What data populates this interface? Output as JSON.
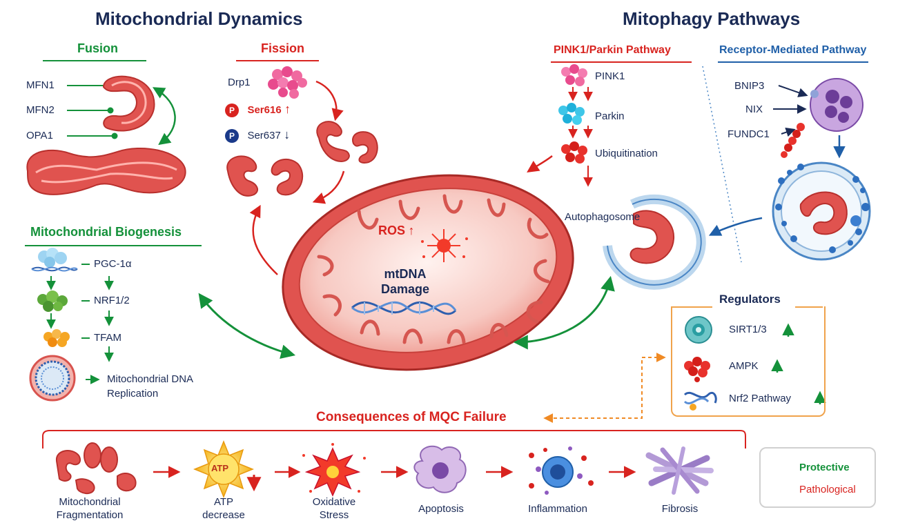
{
  "titles": {
    "left": "Mitochondrial Dynamics",
    "right": "Mitophagy Pathways"
  },
  "fusion": {
    "title": "Fusion",
    "proteins": [
      "MFN1",
      "MFN2",
      "OPA1"
    ]
  },
  "fission": {
    "title": "Fission",
    "drp1": "Drp1",
    "ser616": "Ser616",
    "ser637": "Ser637",
    "badge": "P"
  },
  "biogenesis": {
    "title": "Mitochondrial Biogenesis",
    "steps": [
      "PGC-1α",
      "NRF1/2",
      "TFAM"
    ],
    "replication_line1": "Mitochondrial DNA",
    "replication_line2": "Replication"
  },
  "center": {
    "ros": "ROS",
    "mtdna_line1": "mtDNA",
    "mtdna_line2": "Damage"
  },
  "pink1_parkin": {
    "title": "PINK1/Parkin Pathway",
    "steps": [
      "PINK1",
      "Parkin",
      "Ubiquitination"
    ],
    "autophagosome": "Autophagosome"
  },
  "receptor": {
    "title": "Receptor-Mediated Pathway",
    "receptors": [
      "BNIP3",
      "NIX",
      "FUNDC1"
    ]
  },
  "regulators": {
    "title": "Regulators",
    "items": [
      "SIRT1/3",
      "AMPK",
      "Nrf2 Pathway"
    ]
  },
  "consequences": {
    "title": "Consequences of MQC Failure",
    "atp_icon_text": "ATP",
    "steps": [
      {
        "line1": "Mitochondrial",
        "line2": "Fragmentation"
      },
      {
        "line1": "ATP",
        "line2": "decrease"
      },
      {
        "line1": "Oxidative",
        "line2": "Stress"
      },
      {
        "line1": "Apoptosis",
        "line2": ""
      },
      {
        "line1": "Inflammation",
        "line2": ""
      },
      {
        "line1": "Fibrosis",
        "line2": ""
      }
    ]
  },
  "legend": {
    "protective": "Protective",
    "pathological": "Pathological"
  },
  "colors": {
    "protective": "#14913a",
    "pathological": "#d8231f",
    "navy": "#1a2a55",
    "mito": "#e0534f",
    "regulator_border": "#f0a24a"
  }
}
